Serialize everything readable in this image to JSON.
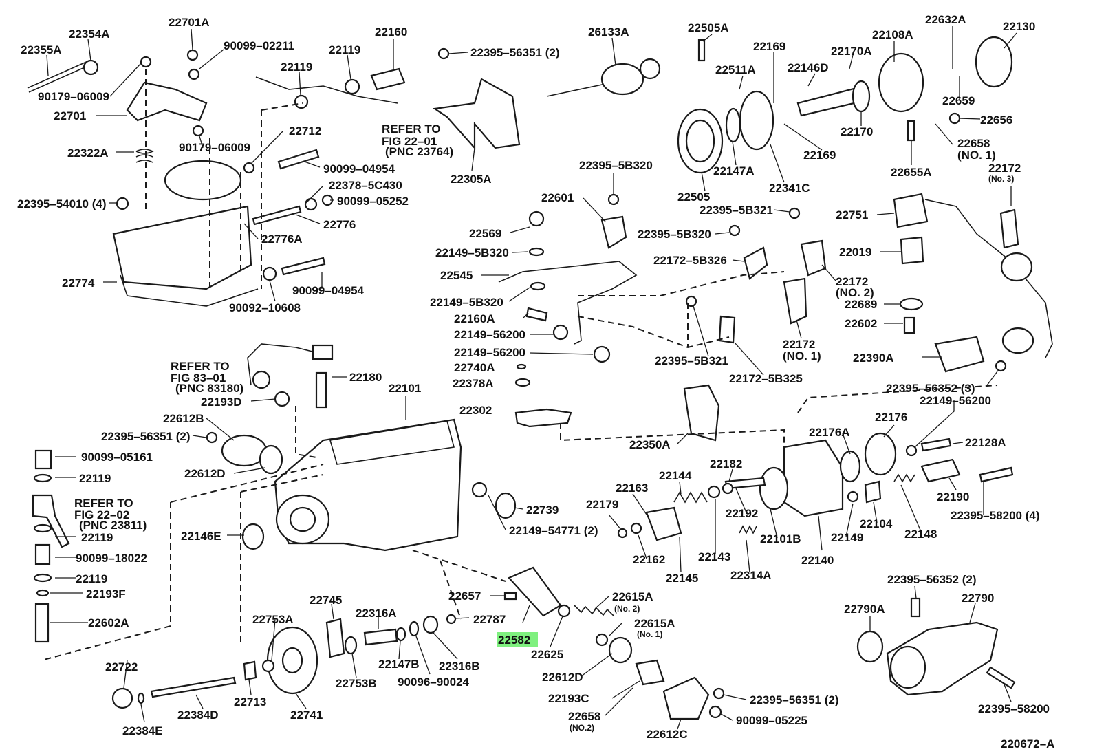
{
  "diagram_id": "220672–A",
  "highlight": {
    "part": "22582",
    "color": "#7ff07f"
  },
  "labels": [
    {
      "id": "22355A",
      "text": "22355A"
    },
    {
      "id": "22354A",
      "text": "22354A"
    },
    {
      "id": "22701A",
      "text": "22701A"
    },
    {
      "id": "90099-02211",
      "text": "90099–02211"
    },
    {
      "id": "22160-top",
      "text": "22160"
    },
    {
      "id": "22119-t1",
      "text": "22119"
    },
    {
      "id": "22119-t2",
      "text": "22119"
    },
    {
      "id": "90179-06009-a",
      "text": "90179–06009"
    },
    {
      "id": "22701",
      "text": "22701"
    },
    {
      "id": "90179-06009-b",
      "text": "90179–06009"
    },
    {
      "id": "22322A",
      "text": "22322A"
    },
    {
      "id": "22712",
      "text": "22712"
    },
    {
      "id": "90099-04954-a",
      "text": "90099–04954"
    },
    {
      "id": "22378-5C430",
      "text": "22378–5C430"
    },
    {
      "id": "90099-05252",
      "text": "90099–05252"
    },
    {
      "id": "22395-54010",
      "text": "22395–54010 (4)"
    },
    {
      "id": "22776",
      "text": "22776"
    },
    {
      "id": "22776A",
      "text": "22776A"
    },
    {
      "id": "22774",
      "text": "22774"
    },
    {
      "id": "90099-04954-b",
      "text": "90099–04954"
    },
    {
      "id": "90092-10608",
      "text": "90092–10608"
    },
    {
      "id": "22395-56351-a",
      "text": "22395–56351 (2)"
    },
    {
      "id": "refer-22-01",
      "text": "REFER TO"
    },
    {
      "id": "refer-22-01-b",
      "text": "FIG 22–01"
    },
    {
      "id": "refer-22-01-c",
      "text": "(PNC 23764)"
    },
    {
      "id": "22305A",
      "text": "22305A"
    },
    {
      "id": "26133A",
      "text": "26133A"
    },
    {
      "id": "22505A",
      "text": "22505A"
    },
    {
      "id": "22169-a",
      "text": "22169"
    },
    {
      "id": "22511A",
      "text": "22511A"
    },
    {
      "id": "22146D",
      "text": "22146D"
    },
    {
      "id": "22170A",
      "text": "22170A"
    },
    {
      "id": "22108A",
      "text": "22108A"
    },
    {
      "id": "22632A",
      "text": "22632A"
    },
    {
      "id": "22130",
      "text": "22130"
    },
    {
      "id": "22659",
      "text": "22659"
    },
    {
      "id": "22656",
      "text": "22656"
    },
    {
      "id": "22170",
      "text": "22170"
    },
    {
      "id": "22169-b",
      "text": "22169"
    },
    {
      "id": "22147A",
      "text": "22147A"
    },
    {
      "id": "22341C",
      "text": "22341C"
    },
    {
      "id": "22505",
      "text": "22505"
    },
    {
      "id": "22658-1",
      "text": "22658"
    },
    {
      "id": "22658-1-no",
      "text": "(NO. 1)"
    },
    {
      "id": "22655A",
      "text": "22655A"
    },
    {
      "id": "22172-no3",
      "text": "22172"
    },
    {
      "id": "22172-no3-b",
      "text": "(No. 3)"
    },
    {
      "id": "22395-5B320-a",
      "text": "22395–5B320"
    },
    {
      "id": "22601",
      "text": "22601"
    },
    {
      "id": "22395-5B321-a",
      "text": "22395–5B321"
    },
    {
      "id": "22751",
      "text": "22751"
    },
    {
      "id": "22569",
      "text": "22569"
    },
    {
      "id": "22395-5B320-b",
      "text": "22395–5B320"
    },
    {
      "id": "22149-5B320-a",
      "text": "22149–5B320"
    },
    {
      "id": "22172-5B326",
      "text": "22172–5B326"
    },
    {
      "id": "22019",
      "text": "22019"
    },
    {
      "id": "22545",
      "text": "22545"
    },
    {
      "id": "22172-no2",
      "text": "22172"
    },
    {
      "id": "22172-no2-b",
      "text": "(NO. 2)"
    },
    {
      "id": "22149-5B320-b",
      "text": "22149–5B320"
    },
    {
      "id": "22689",
      "text": "22689"
    },
    {
      "id": "22160A",
      "text": "22160A"
    },
    {
      "id": "22602",
      "text": "22602"
    },
    {
      "id": "22149-56200-a",
      "text": "22149–56200"
    },
    {
      "id": "22172-no1",
      "text": "22172"
    },
    {
      "id": "22172-no1-b",
      "text": "(NO. 1)"
    },
    {
      "id": "22149-56200-b",
      "text": "22149–56200"
    },
    {
      "id": "22390A",
      "text": "22390A"
    },
    {
      "id": "22740A",
      "text": "22740A"
    },
    {
      "id": "22395-5B321-b",
      "text": "22395–5B321"
    },
    {
      "id": "22378A",
      "text": "22378A"
    },
    {
      "id": "22172-5B325",
      "text": "22172–5B325"
    },
    {
      "id": "22395-56352-a",
      "text": "22395–56352 (3)"
    },
    {
      "id": "22149-56200-c",
      "text": "22149–56200"
    },
    {
      "id": "refer-83-01",
      "text": "REFER TO"
    },
    {
      "id": "refer-83-01-b",
      "text": "FIG 83–01"
    },
    {
      "id": "refer-83-01-c",
      "text": "(PNC 83180)"
    },
    {
      "id": "22180",
      "text": "22180"
    },
    {
      "id": "22101",
      "text": "22101"
    },
    {
      "id": "22193D",
      "text": "22193D"
    },
    {
      "id": "22302",
      "text": "22302"
    },
    {
      "id": "22176",
      "text": "22176"
    },
    {
      "id": "22612B",
      "text": "22612B"
    },
    {
      "id": "22395-56351-b",
      "text": "22395–56351 (2)"
    },
    {
      "id": "22350A",
      "text": "22350A"
    },
    {
      "id": "22176A",
      "text": "22176A"
    },
    {
      "id": "22128A",
      "text": "22128A"
    },
    {
      "id": "90099-05161",
      "text": "90099–05161"
    },
    {
      "id": "22612D",
      "text": "22612D"
    },
    {
      "id": "22182",
      "text": "22182"
    },
    {
      "id": "22119-l1",
      "text": "22119"
    },
    {
      "id": "22144",
      "text": "22144"
    },
    {
      "id": "22190",
      "text": "22190"
    },
    {
      "id": "refer-22-02",
      "text": "REFER TO"
    },
    {
      "id": "refer-22-02-b",
      "text": "FIG 22–02"
    },
    {
      "id": "refer-22-02-c",
      "text": "(PNC 23811)"
    },
    {
      "id": "22163",
      "text": "22163"
    },
    {
      "id": "22179",
      "text": "22179"
    },
    {
      "id": "22739",
      "text": "22739"
    },
    {
      "id": "22192",
      "text": "22192"
    },
    {
      "id": "22395-58200-a",
      "text": "22395–58200 (4)"
    },
    {
      "id": "22119-l2",
      "text": "22119"
    },
    {
      "id": "22146E",
      "text": "22146E"
    },
    {
      "id": "22149-54771",
      "text": "22149–54771 (2)"
    },
    {
      "id": "22101B",
      "text": "22101B"
    },
    {
      "id": "22149",
      "text": "22149"
    },
    {
      "id": "22104",
      "text": "22104"
    },
    {
      "id": "22148",
      "text": "22148"
    },
    {
      "id": "90099-18022",
      "text": "90099–18022"
    },
    {
      "id": "22162",
      "text": "22162"
    },
    {
      "id": "22143",
      "text": "22143"
    },
    {
      "id": "22119-l3",
      "text": "22119"
    },
    {
      "id": "22145",
      "text": "22145"
    },
    {
      "id": "22314A",
      "text": "22314A"
    },
    {
      "id": "22140",
      "text": "22140"
    },
    {
      "id": "22193F",
      "text": "22193F"
    },
    {
      "id": "22657",
      "text": "22657"
    },
    {
      "id": "22615A-2",
      "text": "22615A"
    },
    {
      "id": "22615A-2-no",
      "text": "(No. 2)"
    },
    {
      "id": "22395-56352-b",
      "text": "22395–56352 (2)"
    },
    {
      "id": "22745",
      "text": "22745"
    },
    {
      "id": "22790",
      "text": "22790"
    },
    {
      "id": "22753A",
      "text": "22753A"
    },
    {
      "id": "22316A",
      "text": "22316A"
    },
    {
      "id": "22787",
      "text": "22787"
    },
    {
      "id": "22790A",
      "text": "22790A"
    },
    {
      "id": "22602A",
      "text": "22602A"
    },
    {
      "id": "22615A-1",
      "text": "22615A"
    },
    {
      "id": "22615A-1-no",
      "text": "(No. 1)"
    },
    {
      "id": "22582",
      "text": "22582"
    },
    {
      "id": "22625",
      "text": "22625"
    },
    {
      "id": "22722",
      "text": "22722"
    },
    {
      "id": "22147B",
      "text": "22147B"
    },
    {
      "id": "22316B",
      "text": "22316B"
    },
    {
      "id": "22612D-b",
      "text": "22612D"
    },
    {
      "id": "22753B",
      "text": "22753B"
    },
    {
      "id": "90096-90024",
      "text": "90096–90024"
    },
    {
      "id": "22193C",
      "text": "22193C"
    },
    {
      "id": "22713",
      "text": "22713"
    },
    {
      "id": "22395-56351-c",
      "text": "22395–56351 (2)"
    },
    {
      "id": "22384D",
      "text": "22384D"
    },
    {
      "id": "22741",
      "text": "22741"
    },
    {
      "id": "22658-2",
      "text": "22658"
    },
    {
      "id": "22658-2-no",
      "text": "(NO.2)"
    },
    {
      "id": "90099-05225",
      "text": "90099–05225"
    },
    {
      "id": "22395-58200-b",
      "text": "22395–58200"
    },
    {
      "id": "22384E",
      "text": "22384E"
    },
    {
      "id": "22612C",
      "text": "22612C"
    }
  ]
}
